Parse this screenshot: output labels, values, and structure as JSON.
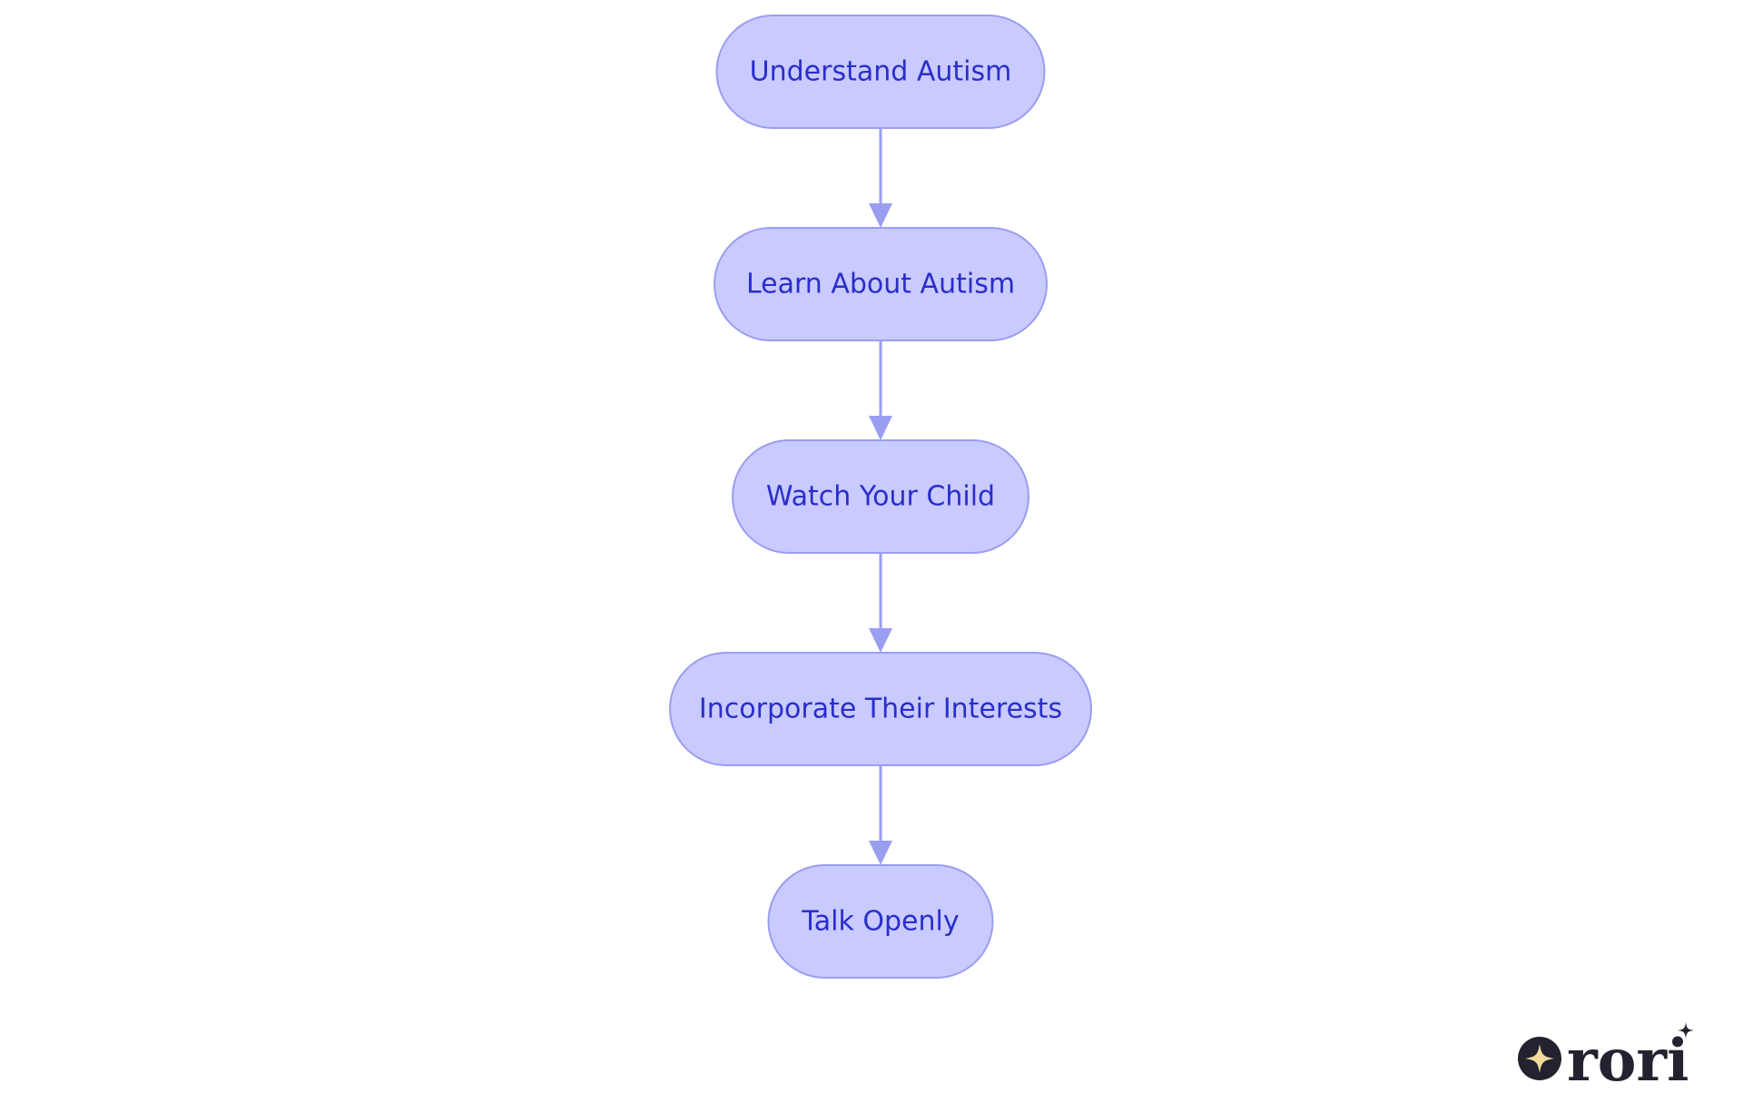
{
  "diagram": {
    "colors": {
      "node_fill": "#c9caff",
      "node_stroke": "#9a9ef0",
      "edge": "#9a9ef0",
      "text": "#2a2ecb"
    },
    "nodes": [
      {
        "id": "understand-autism",
        "label": "Understand Autism"
      },
      {
        "id": "learn-about-autism",
        "label": "Learn About Autism"
      },
      {
        "id": "watch-your-child",
        "label": "Watch Your Child"
      },
      {
        "id": "incorporate-their-interests",
        "label": "Incorporate Their Interests"
      },
      {
        "id": "talk-openly",
        "label": "Talk Openly"
      }
    ],
    "edges": [
      {
        "from": "understand-autism",
        "to": "learn-about-autism"
      },
      {
        "from": "learn-about-autism",
        "to": "watch-your-child"
      },
      {
        "from": "watch-your-child",
        "to": "incorporate-their-interests"
      },
      {
        "from": "incorporate-their-interests",
        "to": "talk-openly"
      }
    ]
  },
  "logo": {
    "text": "rori",
    "colors": {
      "dark": "#23222e",
      "star": "#f3d99b"
    }
  }
}
